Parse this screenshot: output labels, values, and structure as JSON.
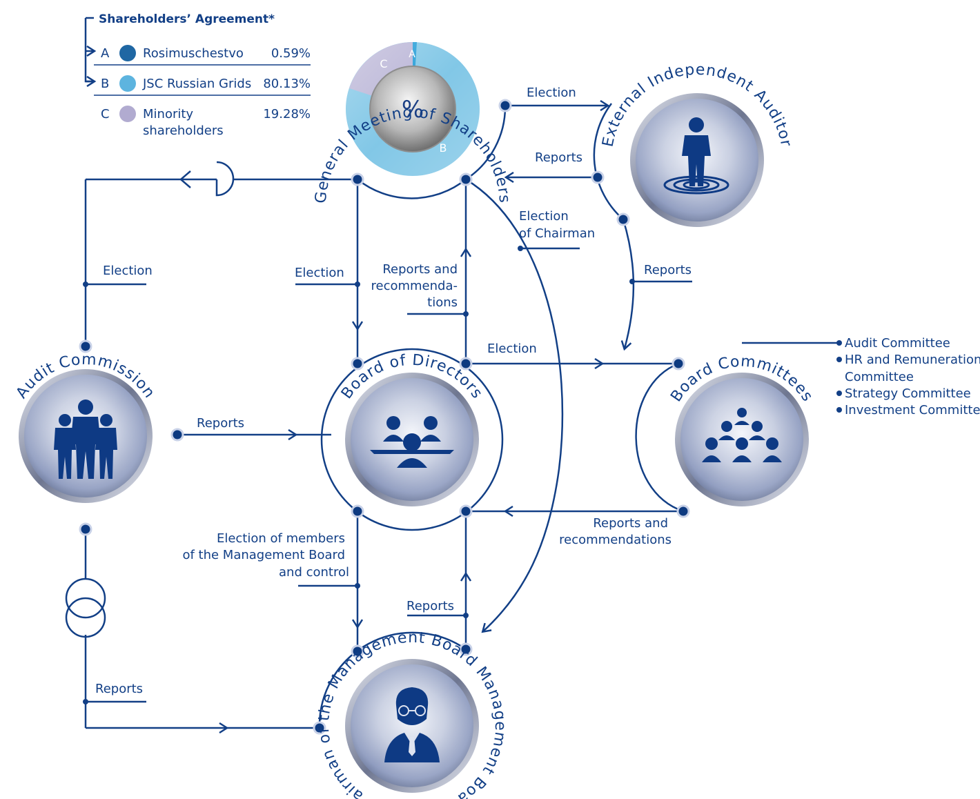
{
  "legend": {
    "title": "Shareholders’ Agreement*",
    "rows": [
      {
        "letter": "A",
        "name": "Rosimuschestvo",
        "name2": "",
        "pct": "0.59%",
        "color": "#1f67a3"
      },
      {
        "letter": "B",
        "name": "JSC Russian Grids",
        "name2": "",
        "pct": "80.13%",
        "color": "#5db4df"
      },
      {
        "letter": "C",
        "name": "Minority",
        "name2": "shareholders",
        "pct": "19.28%",
        "color": "#b1abd0"
      }
    ]
  },
  "nodes": {
    "general_meeting": {
      "title": "General Meeting of Shareholders",
      "center": "%",
      "seg_a": "A",
      "seg_b": "B",
      "seg_c": "C"
    },
    "auditor": {
      "title": "External Independent Auditor"
    },
    "audit_commission": {
      "title": "Audit Commission"
    },
    "board": {
      "title": "Board of Directors"
    },
    "committees": {
      "title": "Board Committees"
    },
    "management": {
      "title": "Chairman of the Management Board Management Board"
    }
  },
  "labels": {
    "election_auditor": "Election",
    "reports_auditor": "Reports",
    "election_chair_1": "Election",
    "election_chair_2": "of Chairman",
    "election_audit": "Election",
    "election_board": "Election",
    "reports_rec_1": "Reports and",
    "reports_rec_2": "recommenda-",
    "reports_rec_3": "tions",
    "reports_auditor_board": "Reports",
    "election_committees": "Election",
    "reports_audit_board": "Reports",
    "rr_committees_1": "Reports and",
    "rr_committees_2": "recommendations",
    "elec_mgmt_1": "Election of members",
    "elec_mgmt_2": "of the Management Board",
    "elec_mgmt_3": "and control",
    "reports_mgmt": "Reports",
    "reports_audit_mgmt": "Reports"
  },
  "committee_list": [
    "Audit Committee",
    "HR and Remuneration",
    "Committee",
    "Strategy Committee",
    "Investment Committee"
  ],
  "colors": {
    "navy": "#123f86",
    "accent": "#5db4df"
  }
}
